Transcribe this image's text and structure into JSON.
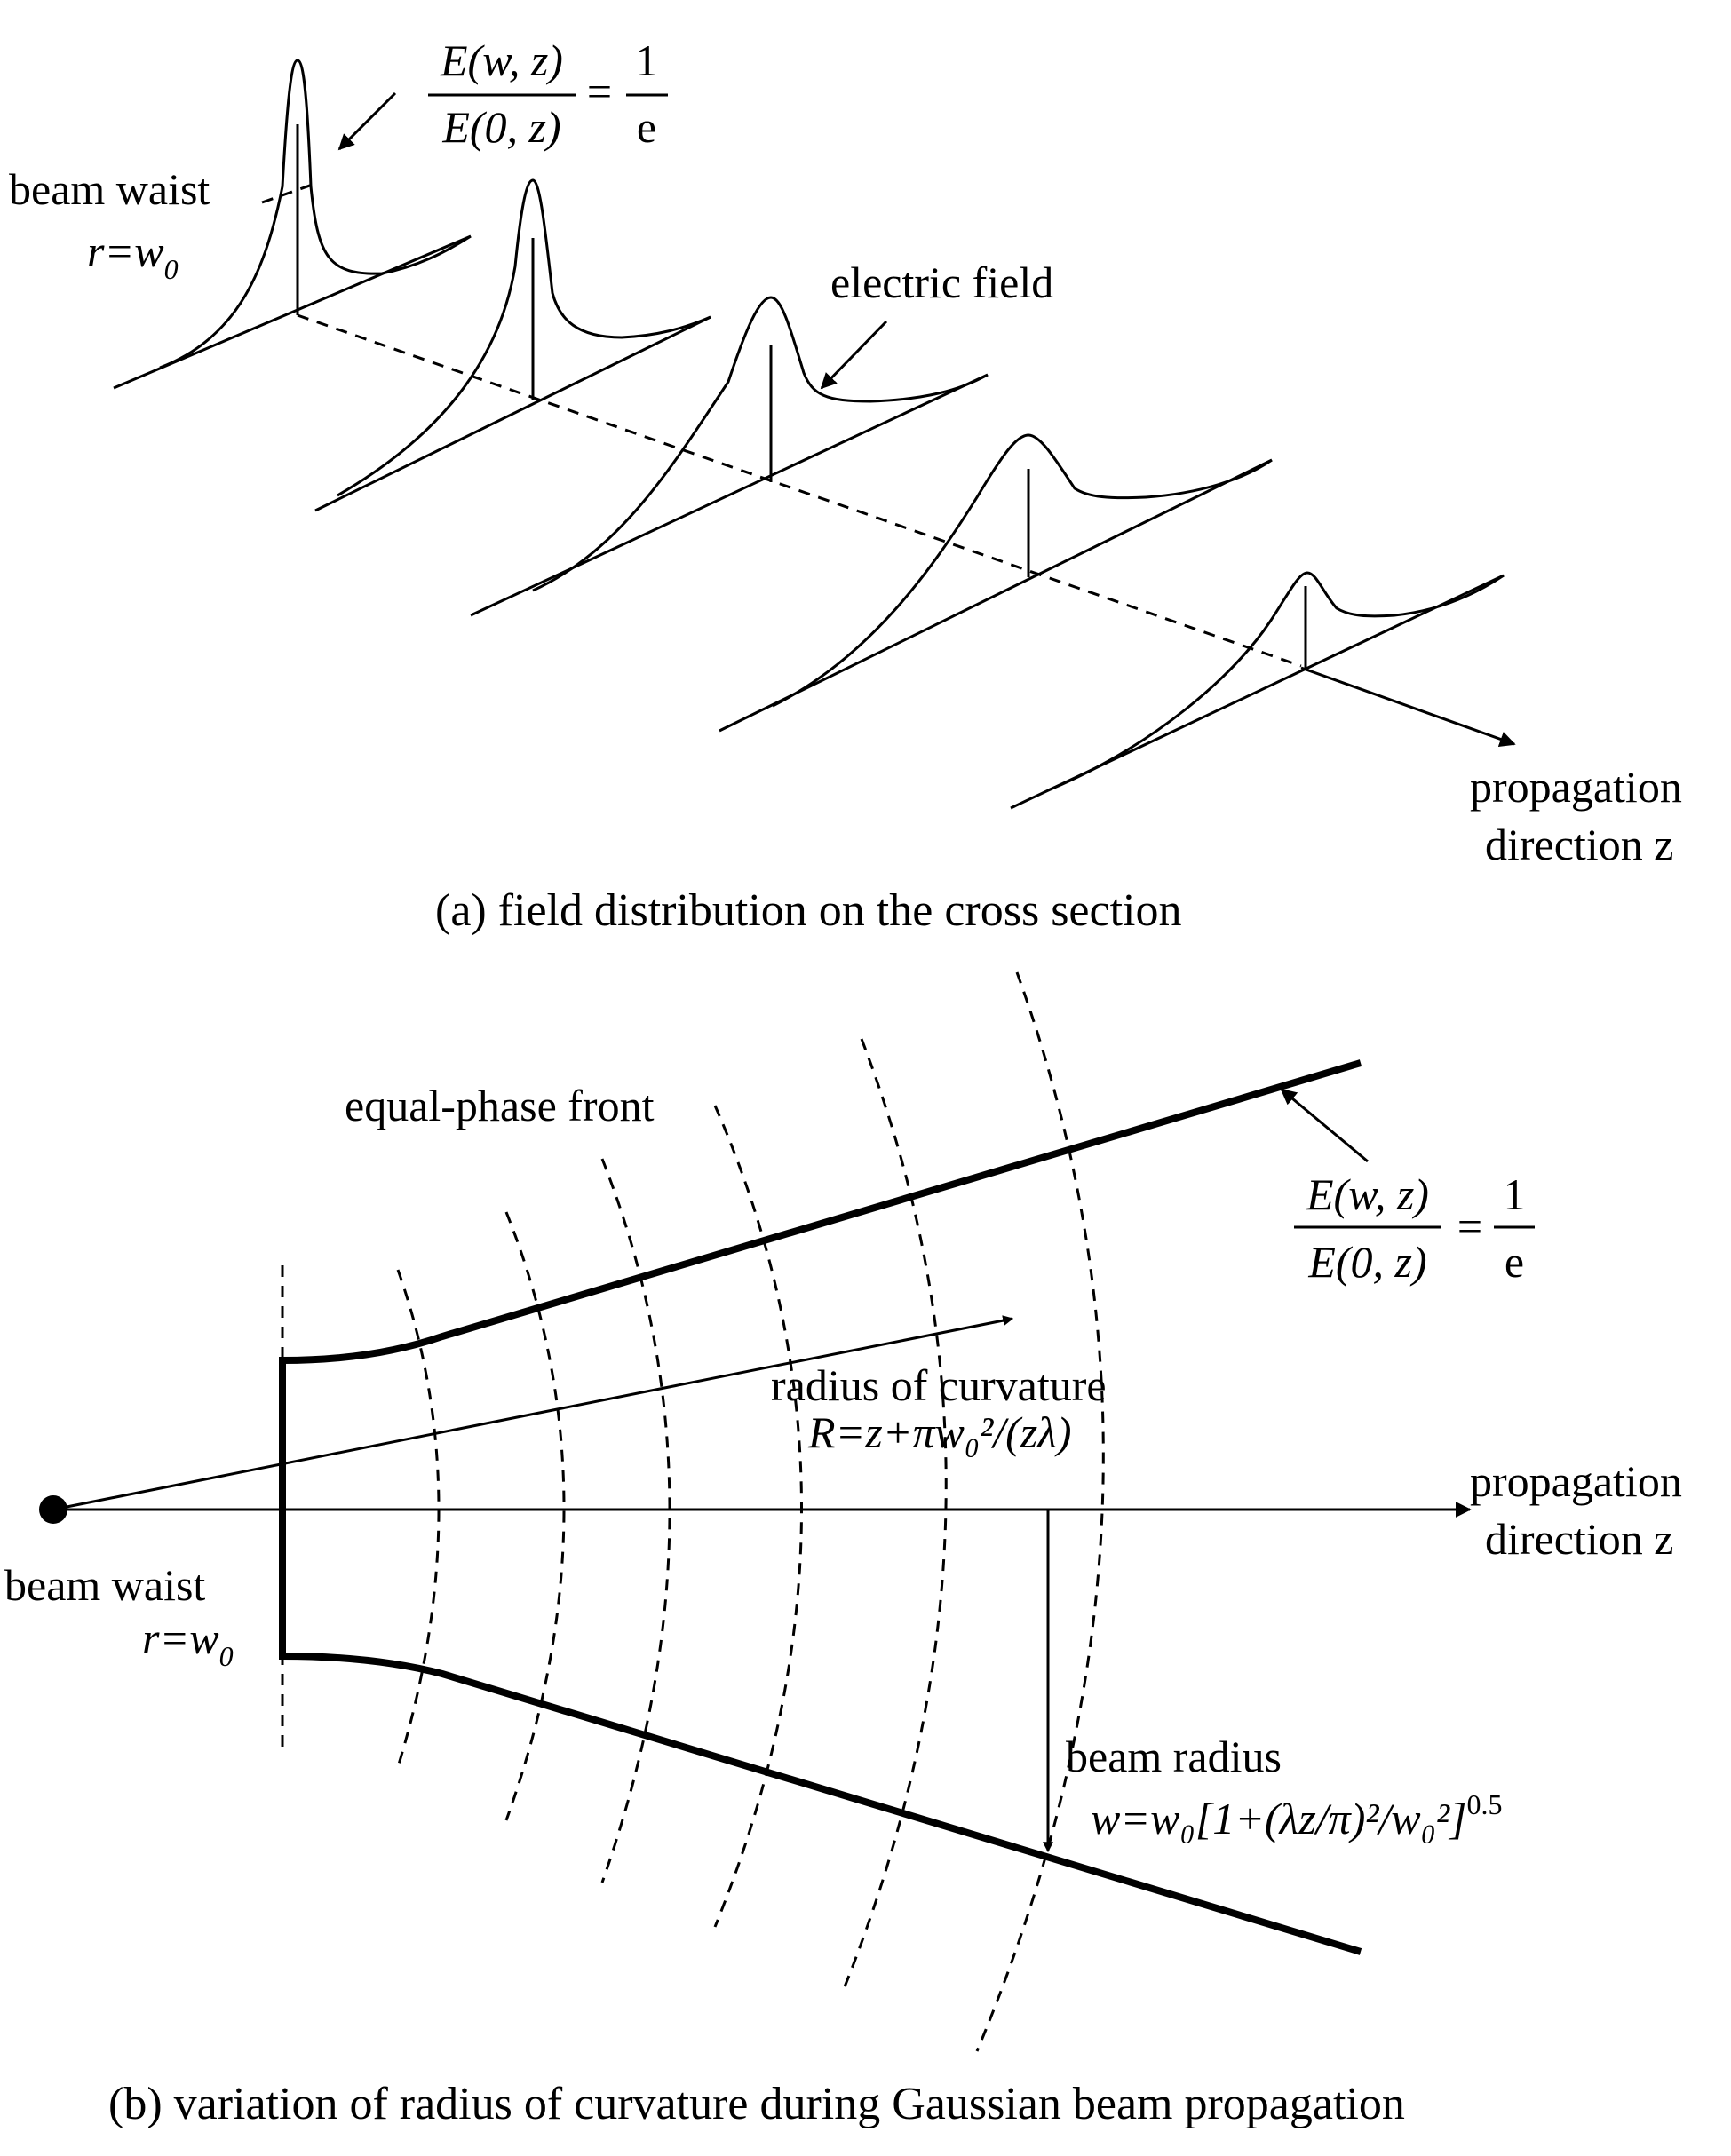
{
  "panel_a": {
    "formula": {
      "numerator": "E(w, z)",
      "denominator": "E(0, z)",
      "rhs_num": "1",
      "rhs_den": "e",
      "eq": "="
    },
    "beam_waist_label": "beam waist",
    "beam_waist_r": "r=w",
    "beam_waist_sub": "0",
    "electric_field_label": "electric field",
    "propagation_line1": "propagation",
    "propagation_line2": "direction z",
    "caption": "(a) field distribution on the cross section"
  },
  "panel_b": {
    "equal_phase_label": "equal-phase front",
    "formula": {
      "numerator": "E(w, z)",
      "denominator": "E(0, z)",
      "rhs_num": "1",
      "rhs_den": "e",
      "eq": "="
    },
    "radius_label": "radius of curvature",
    "radius_formula": "R=z+πw₀²/(zλ)",
    "propagation_line1": "propagation",
    "propagation_line2": "direction z",
    "beam_waist_label": "beam waist",
    "beam_waist_r": "r=w",
    "beam_waist_sub": "0",
    "beam_radius_label": "beam radius",
    "beam_radius_formula": "w=w₀[1+(λz/π)²/w₀²]",
    "beam_radius_exp": "0.5",
    "caption": "(b) variation of radius of curvature during Gaussian beam propagation"
  }
}
